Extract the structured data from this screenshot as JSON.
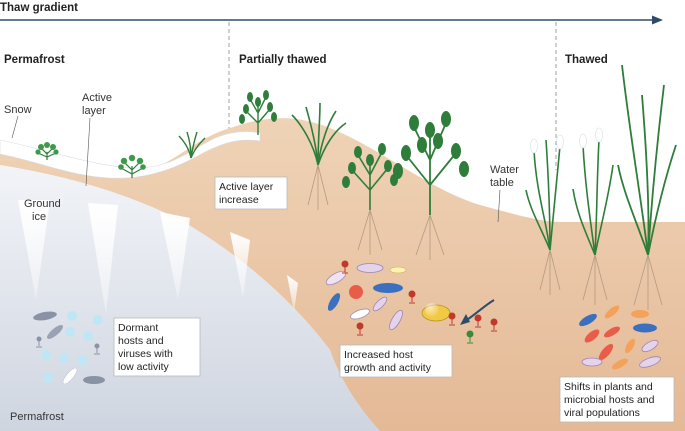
{
  "title": "Thaw gradient",
  "stages": {
    "permafrost": "Permafrost",
    "partially_thawed": "Partially thawed",
    "thawed": "Thawed"
  },
  "labels": {
    "snow": "Snow",
    "active_layer": [
      "Active",
      "layer"
    ],
    "ground_ice": [
      "Ground",
      "ice"
    ],
    "water_table": [
      "Water",
      "table"
    ],
    "permafrost_bottom": "Permafrost"
  },
  "boxes": {
    "active_layer_increase": [
      "Active layer",
      "increase"
    ],
    "dormant": [
      "Dormant",
      "hosts and",
      "viruses with",
      "low activity"
    ],
    "increased_host": [
      "Increased host",
      "growth and activity"
    ],
    "shifts": [
      "Shifts in plants and",
      "microbial hosts and",
      "viral populations"
    ]
  },
  "colors": {
    "soil": "#ecc9aa",
    "permafrost_ice": "#dfe3ec",
    "water": "#a9d4ea",
    "plant_green": "#2f7d3a",
    "arrow": "#2f4a6b"
  }
}
